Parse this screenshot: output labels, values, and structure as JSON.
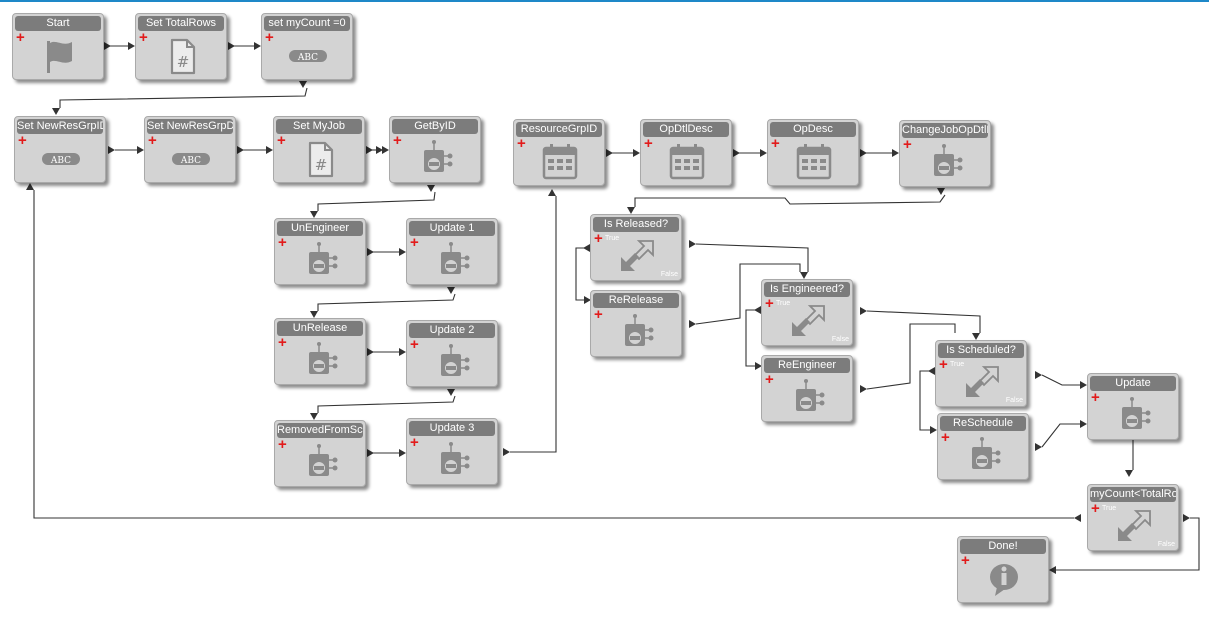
{
  "nodes": [
    {
      "id": "start",
      "label": "Start",
      "icon": "flag-icon"
    },
    {
      "id": "set-total-rows",
      "label": "Set TotalRows",
      "icon": "number-document-icon"
    },
    {
      "id": "set-mycount",
      "label": "set myCount =0",
      "icon": "abc-string-icon"
    },
    {
      "id": "set-newresgrpid",
      "label": "Set NewResGrpID",
      "icon": "abc-string-icon"
    },
    {
      "id": "set-newresgrpdesc",
      "label": "Set NewResGrpDes",
      "icon": "abc-string-icon"
    },
    {
      "id": "set-myjob",
      "label": "Set MyJob",
      "icon": "number-document-icon"
    },
    {
      "id": "getbyid",
      "label": "GetByID",
      "icon": "method-call-icon"
    },
    {
      "id": "unengineer",
      "label": "UnEngineer",
      "icon": "method-call-icon"
    },
    {
      "id": "update-1",
      "label": "Update 1",
      "icon": "method-call-icon"
    },
    {
      "id": "unrelease",
      "label": "UnRelease",
      "icon": "method-call-icon"
    },
    {
      "id": "update-2",
      "label": "Update 2",
      "icon": "method-call-icon"
    },
    {
      "id": "removedfromschedule",
      "label": "RemovedFromSche",
      "icon": "method-call-icon"
    },
    {
      "id": "update-3",
      "label": "Update 3",
      "icon": "method-call-icon"
    },
    {
      "id": "resourcegrpid",
      "label": "ResourceGrpID",
      "icon": "calendar-icon"
    },
    {
      "id": "opdtldesc",
      "label": "OpDtlDesc",
      "icon": "calendar-icon"
    },
    {
      "id": "opdesc",
      "label": "OpDesc",
      "icon": "calendar-icon"
    },
    {
      "id": "changejobopdtlrg",
      "label": "ChangeJobOpDtlRe",
      "icon": "method-call-icon"
    },
    {
      "id": "is-released",
      "label": "Is Released?",
      "icon": "condition-arrow-icon",
      "true_label": "True",
      "false_label": "False"
    },
    {
      "id": "rerelease",
      "label": "ReRelease",
      "icon": "method-call-icon"
    },
    {
      "id": "is-engineered",
      "label": "Is Engineered?",
      "icon": "condition-arrow-icon",
      "true_label": "True",
      "false_label": "False"
    },
    {
      "id": "reengineer",
      "label": "ReEngineer",
      "icon": "method-call-icon"
    },
    {
      "id": "is-scheduled",
      "label": "Is Scheduled?",
      "icon": "condition-arrow-icon",
      "true_label": "True",
      "false_label": "False"
    },
    {
      "id": "reschedule",
      "label": "ReSchedule",
      "icon": "method-call-icon"
    },
    {
      "id": "update",
      "label": "Update",
      "icon": "method-call-icon"
    },
    {
      "id": "mycount-lt-totalrows",
      "label": "myCount<TotalRov",
      "icon": "condition-arrow-icon",
      "true_label": "True",
      "false_label": "False"
    },
    {
      "id": "done",
      "label": "Done!",
      "icon": "info-icon"
    }
  ],
  "colors": {
    "accent_bar": "#1e88c8",
    "node_body": "#d3d3d3",
    "node_title": "#7c7c7c",
    "icon": "#8a8a8a",
    "add_marker": "#e21b1b",
    "connector": "#333333"
  }
}
